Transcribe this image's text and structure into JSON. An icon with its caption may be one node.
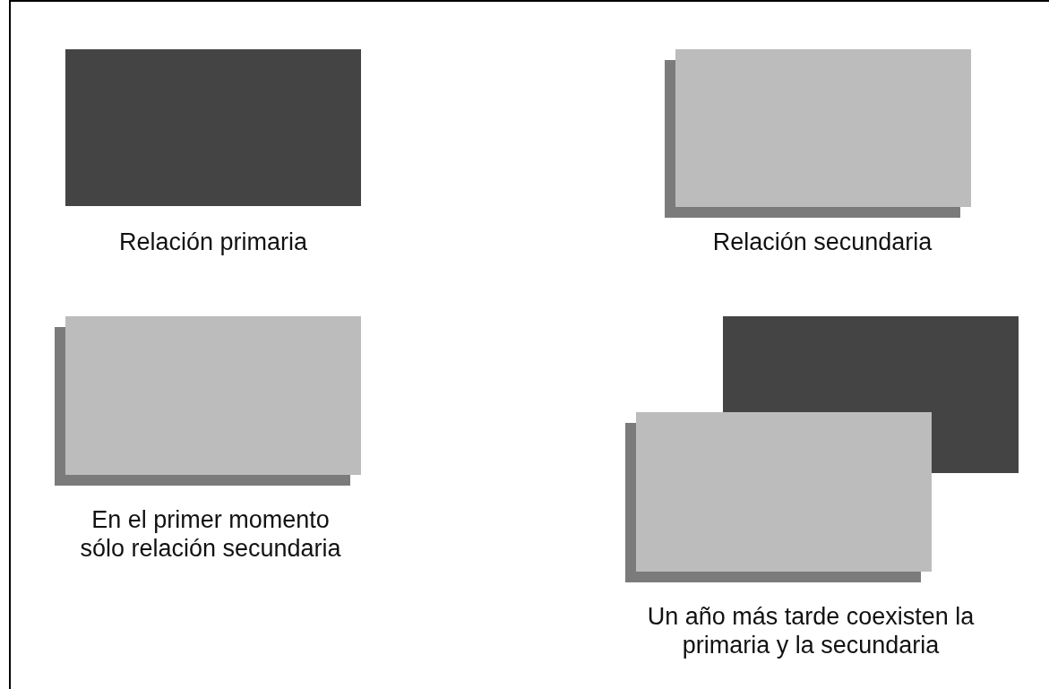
{
  "diagram": {
    "nodes": [
      {
        "text": [
          "Relación primaria"
        ]
      },
      {
        "text": [
          "Relación secundaria"
        ]
      },
      {
        "text": [
          "En el primer momento sólo relación secundaria"
        ]
      },
      {
        "text": [],
        "shape": "box"
      },
      {
        "text": [
          "Un año más tarde coexisten la primaria y la secundaria"
        ]
      }
    ]
  }
}
